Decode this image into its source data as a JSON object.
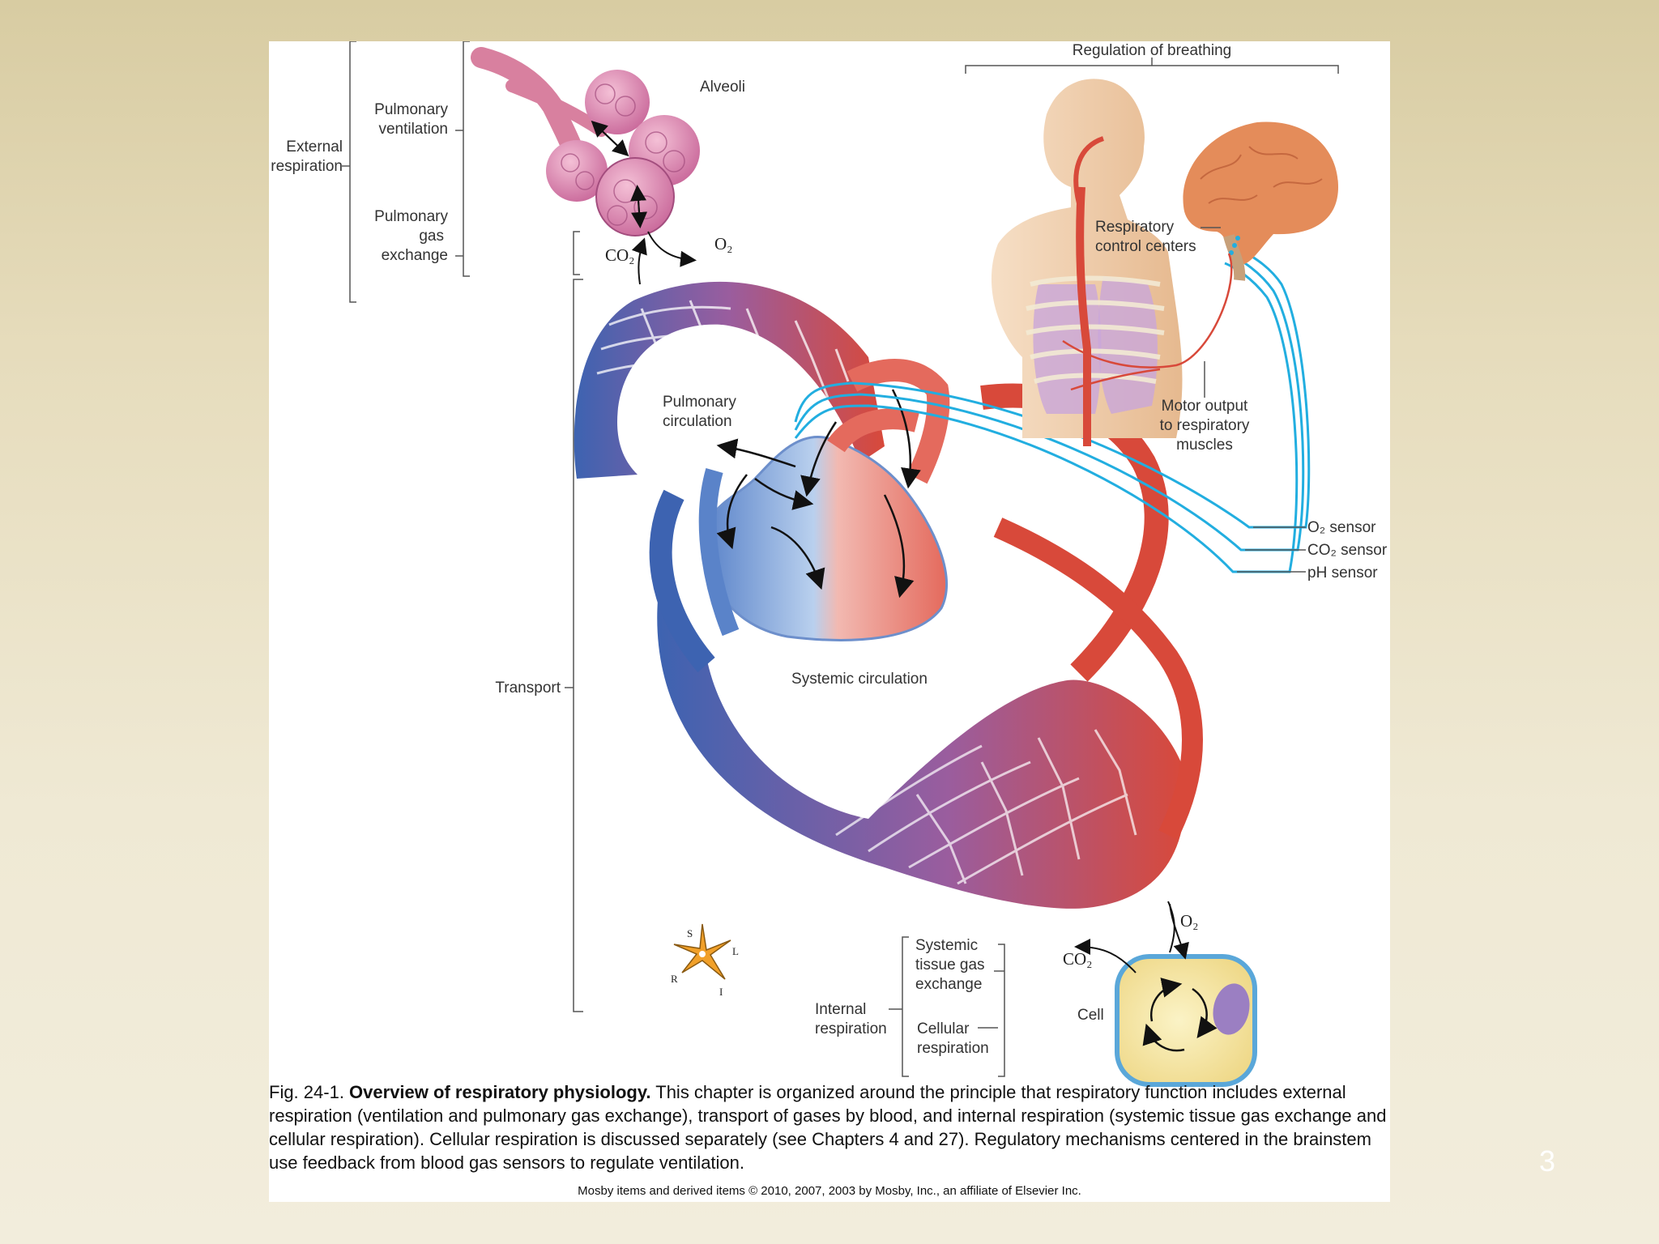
{
  "labels": {
    "regulation": "Regulation of breathing",
    "alveoli": "Alveoli",
    "external_respiration": [
      "External",
      "respiration"
    ],
    "pulmonary_ventilation": [
      "Pulmonary",
      "ventilation"
    ],
    "pulmonary_gas_exchange": [
      "Pulmonary",
      "gas",
      "exchange"
    ],
    "respiratory_control_centers": [
      "Respiratory",
      "control centers"
    ],
    "pulmonary_circulation": [
      "Pulmonary",
      "circulation"
    ],
    "motor_output": [
      "Motor output",
      "to respiratory",
      "muscles"
    ],
    "o2_sensor": "O₂ sensor",
    "co2_sensor": "CO₂ sensor",
    "ph_sensor": "pH sensor",
    "transport": "Transport",
    "systemic_circulation": "Systemic circulation",
    "systemic_tissue_gas_exchange": [
      "Systemic",
      "tissue gas",
      "exchange"
    ],
    "internal_respiration": [
      "Internal",
      "respiration"
    ],
    "cellular_respiration": [
      "Cellular",
      "respiration"
    ],
    "cell": "Cell",
    "co2_top": "CO₂",
    "o2_top": "O₂",
    "o2_bottom": "O₂",
    "co2_bottom": "CO₂",
    "compass": {
      "s": "S",
      "l": "L",
      "r": "R",
      "i": "I"
    }
  },
  "caption": {
    "fig": "Fig. 24-1. ",
    "title": "Overview of respiratory physiology.",
    "body": " This chapter is organized around the principle that respiratory function includes external respiration (ventilation and pulmonary gas exchange), transport of gases by blood, and internal respiration (systemic tissue gas exchange and cellular respiration). Cellular respiration is discussed separately (see Chapters 4 and 27). Regulatory mechanisms centered in the brainstem use feedback from blood gas sensors to regulate ventilation."
  },
  "credit": "Mosby items and derived items © 2010, 2007, 2003 by Mosby, Inc., an affiliate of Elsevier Inc.",
  "page_number": "3",
  "colors": {
    "artery": "#d8493a",
    "vein": "#3d63b1",
    "sensor": "#22aee0",
    "alveoli": "#d981a8",
    "brain": "#e48c5a",
    "cell": "#f6e9a8",
    "nucleus": "#9b7fc2"
  }
}
